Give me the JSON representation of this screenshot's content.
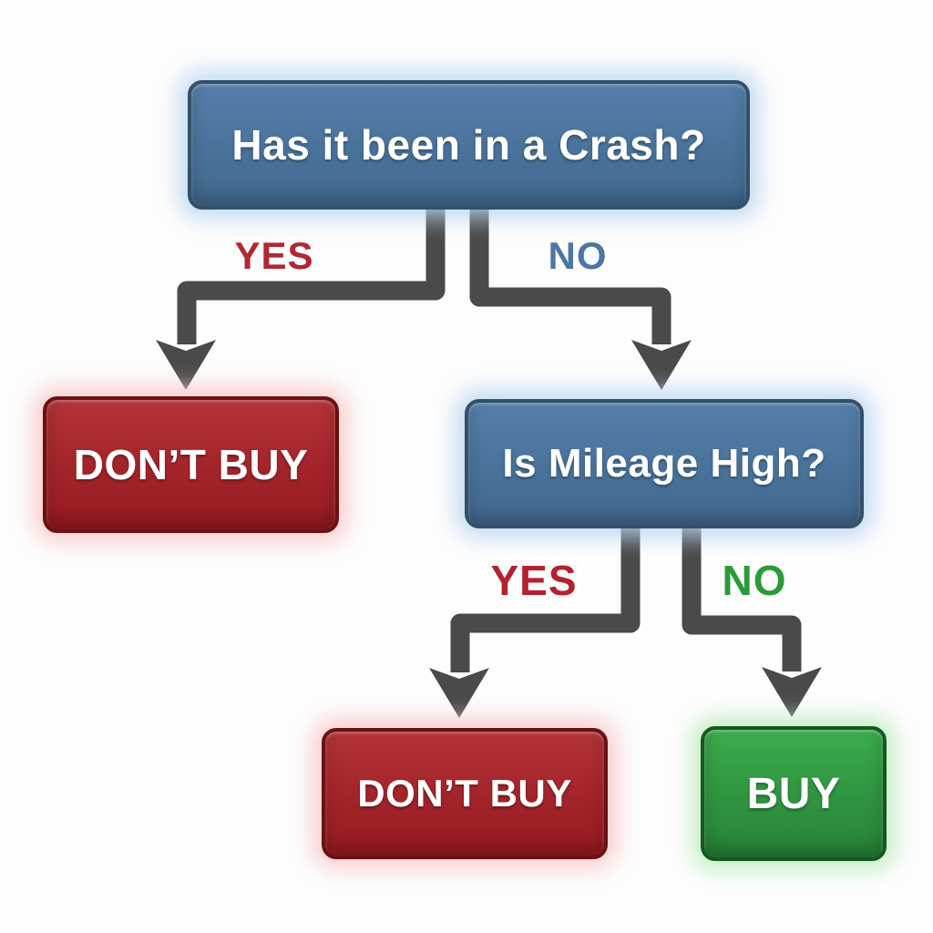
{
  "nodes": {
    "crash_question": {
      "label": "Has it been in a Crash?",
      "color": "#49739b"
    },
    "dont_buy_left": {
      "label": "DON’T BUY",
      "color": "#a2242a"
    },
    "mileage_question": {
      "label": "Is Mileage High?",
      "color": "#49739b"
    },
    "dont_buy_bottom": {
      "label": "DON’T BUY",
      "color": "#a2242a"
    },
    "buy": {
      "label": "BUY",
      "color": "#2f9440"
    }
  },
  "edges": {
    "crash_yes": {
      "label": "YES",
      "color": "#b02833"
    },
    "crash_no": {
      "label": "NO",
      "color": "#4a77a3"
    },
    "mileage_yes": {
      "label": "YES",
      "color": "#b5212f"
    },
    "mileage_no": {
      "label": "NO",
      "color": "#2c9b37"
    }
  },
  "arrow_color": "#4a4a4a"
}
